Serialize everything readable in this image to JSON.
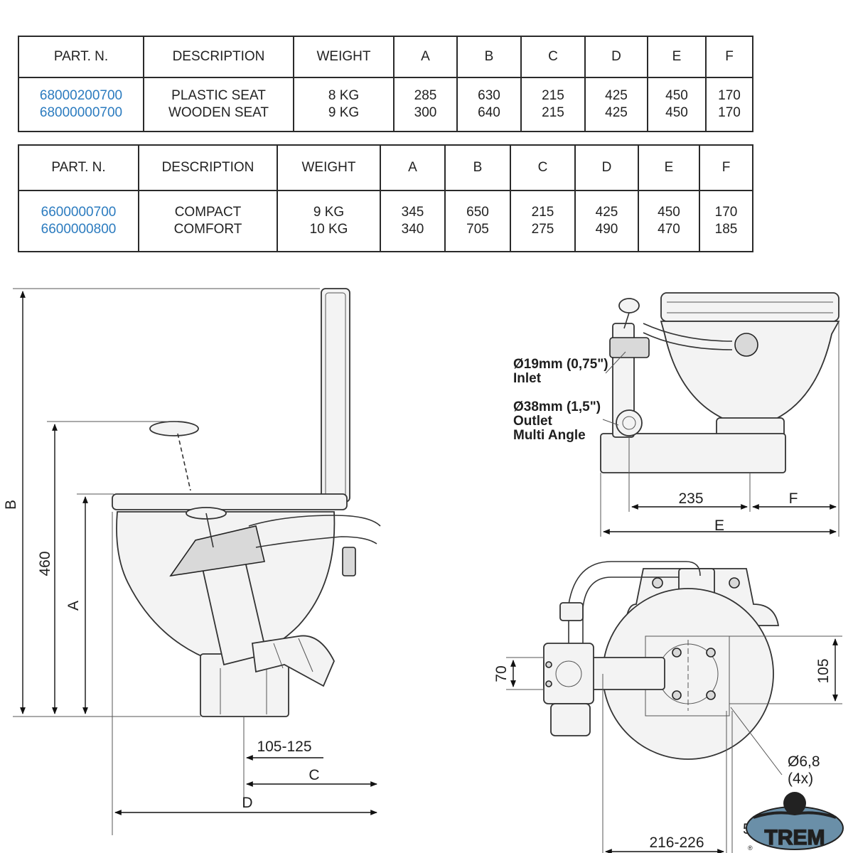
{
  "tables": [
    {
      "headers": [
        "PART. N.",
        "DESCRIPTION",
        "WEIGHT",
        "A",
        "B",
        "C",
        "D",
        "E",
        "F"
      ],
      "part_numbers": [
        "68000200700",
        "68000000700"
      ],
      "descriptions": [
        "PLASTIC SEAT",
        "WOODEN SEAT"
      ],
      "weights": [
        "8 KG",
        "9 KG"
      ],
      "A": [
        "285",
        "300"
      ],
      "B": [
        "630",
        "640"
      ],
      "C": [
        "215",
        "215"
      ],
      "D": [
        "425",
        "425"
      ],
      "E": [
        "450",
        "450"
      ],
      "F": [
        "170",
        "170"
      ]
    },
    {
      "headers": [
        "PART. N.",
        "DESCRIPTION",
        "WEIGHT",
        "A",
        "B",
        "C",
        "D",
        "E",
        "F"
      ],
      "part_numbers": [
        "6600000700",
        "6600000800"
      ],
      "descriptions": [
        "COMPACT",
        "COMFORT"
      ],
      "weights": [
        "9 KG",
        "10 KG"
      ],
      "A": [
        "345",
        "340"
      ],
      "B": [
        "650",
        "705"
      ],
      "C": [
        "215",
        "275"
      ],
      "D": [
        "425",
        "490"
      ],
      "E": [
        "450",
        "470"
      ],
      "F": [
        "170",
        "185"
      ]
    }
  ],
  "side_view": {
    "dim_B": "B",
    "dim_460": "460",
    "dim_A": "A",
    "dim_105_125": "105-125",
    "dim_C": "C",
    "dim_D": "D"
  },
  "front_view": {
    "inlet_size": "Ø19mm (0,75\")",
    "inlet_label": "Inlet",
    "outlet_size": "Ø38mm (1,5\")",
    "outlet_label": "Outlet",
    "outlet_note": "Multi Angle",
    "dim_235": "235",
    "dim_F": "F",
    "dim_E": "E"
  },
  "top_view": {
    "dim_70": "70",
    "dim_105": "105",
    "hole_size": "Ø6,8",
    "hole_count": "(4x)",
    "dim_5": "5",
    "dim_216_226": "216-226"
  },
  "logo": {
    "text": "TREM",
    "mark": "®",
    "color": "#f39200"
  }
}
